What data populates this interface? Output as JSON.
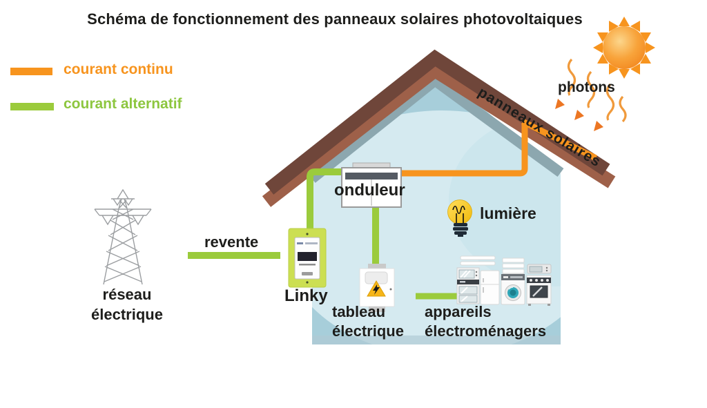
{
  "title": "Schéma de fonctionnement des panneaux solaires photovoltaiques",
  "legend": {
    "items": [
      {
        "label": "courant continu",
        "color": "#F7941E"
      },
      {
        "label": "courant alternatif",
        "color": "#8DC63F"
      }
    ]
  },
  "labels": {
    "photons": "photons",
    "panneaux_solaires": "panneaux solaires",
    "onduleur": "onduleur",
    "lumiere": "lumière",
    "revente": "revente",
    "linky": "Linky",
    "reseau": [
      "réseau",
      "électrique"
    ],
    "tableau": [
      "tableau",
      "électrique"
    ],
    "appareils": [
      "appareils",
      "électroménagers"
    ]
  },
  "icons": {
    "sun-icon": "sun with flame rays",
    "photon-arrows-icon": "three wavy orange arrows",
    "roof-icon": "brown gable roof",
    "solar-panel-icon": "orange band on roof",
    "power-tower-icon": "high-voltage lattice pylon",
    "linky-meter-icon": "green smart meter",
    "inverter-icon": "white box with gray band",
    "electrical-panel-icon": "white box with warning triangle",
    "warning-icon": "yellow triangle with lightning bolt",
    "lightbulb-icon": "yellow bulb",
    "appliances-icon": "oven, fridge, washing machine, stove"
  },
  "colors": {
    "dc_current": "#F7941E",
    "ac_current": "#9BCB3C",
    "roof_dark": "#6F463A",
    "roof_light": "#9E6049",
    "house_blue": "#A7CEDA",
    "house_blue_light": "#D5EAF0",
    "linky_green": "#CCDF52",
    "text": "#1D1D1B"
  }
}
